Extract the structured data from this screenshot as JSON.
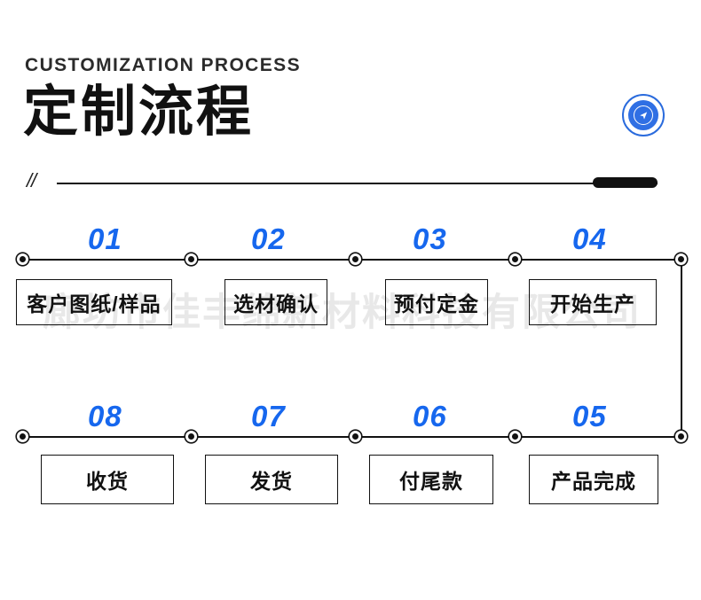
{
  "header": {
    "eyebrow": "CUSTOMIZATION PROCESS",
    "title": "定制流程",
    "slashes": "//",
    "badge_icon": "send-arrow-icon"
  },
  "watermark": "廊坊市佳丰绵新材料科技有限公司",
  "colors": {
    "accent_blue": "#1667ee",
    "badge_blue": "#2f6fe4",
    "ink": "#111111",
    "watermark_gray": "#e8e8e8"
  },
  "steps_top": [
    {
      "number": "01",
      "label": "客户图纸/样品"
    },
    {
      "number": "02",
      "label": "选材确认"
    },
    {
      "number": "03",
      "label": "预付定金"
    },
    {
      "number": "04",
      "label": "开始生产"
    }
  ],
  "steps_bottom": [
    {
      "number": "08",
      "label": "收货"
    },
    {
      "number": "07",
      "label": "发货"
    },
    {
      "number": "06",
      "label": "付尾款"
    },
    {
      "number": "05",
      "label": "产品完成"
    }
  ]
}
